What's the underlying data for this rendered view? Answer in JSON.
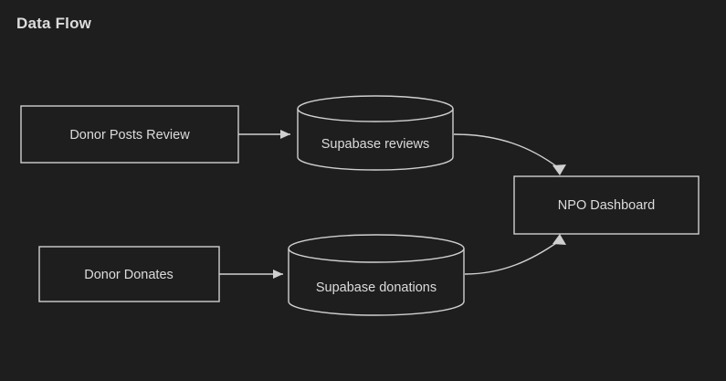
{
  "diagram": {
    "title": "Data Flow",
    "background_color": "#1e1e1e",
    "stroke_color": "#d0d0d0",
    "text_color": "#dcdcdc",
    "nodes": [
      {
        "id": "donor-posts-review",
        "label": "Donor Posts Review",
        "shape": "rectangle"
      },
      {
        "id": "supabase-reviews",
        "label": "Supabase reviews",
        "shape": "cylinder"
      },
      {
        "id": "donor-donates",
        "label": "Donor Donates",
        "shape": "rectangle"
      },
      {
        "id": "supabase-donations",
        "label": "Supabase donations",
        "shape": "cylinder"
      },
      {
        "id": "npo-dashboard",
        "label": "NPO Dashboard",
        "shape": "rectangle"
      }
    ],
    "edges": [
      {
        "id": "edge-review-to-reviews",
        "from": "donor-posts-review",
        "to": "supabase-reviews",
        "style": "straight-arrow"
      },
      {
        "id": "edge-reviews-to-dashboard",
        "from": "supabase-reviews",
        "to": "npo-dashboard",
        "style": "curved-arrow"
      },
      {
        "id": "edge-donates-to-donations",
        "from": "donor-donates",
        "to": "supabase-donations",
        "style": "straight-arrow"
      },
      {
        "id": "edge-donations-to-dashboard",
        "from": "supabase-donations",
        "to": "npo-dashboard",
        "style": "curved-arrow"
      }
    ]
  }
}
